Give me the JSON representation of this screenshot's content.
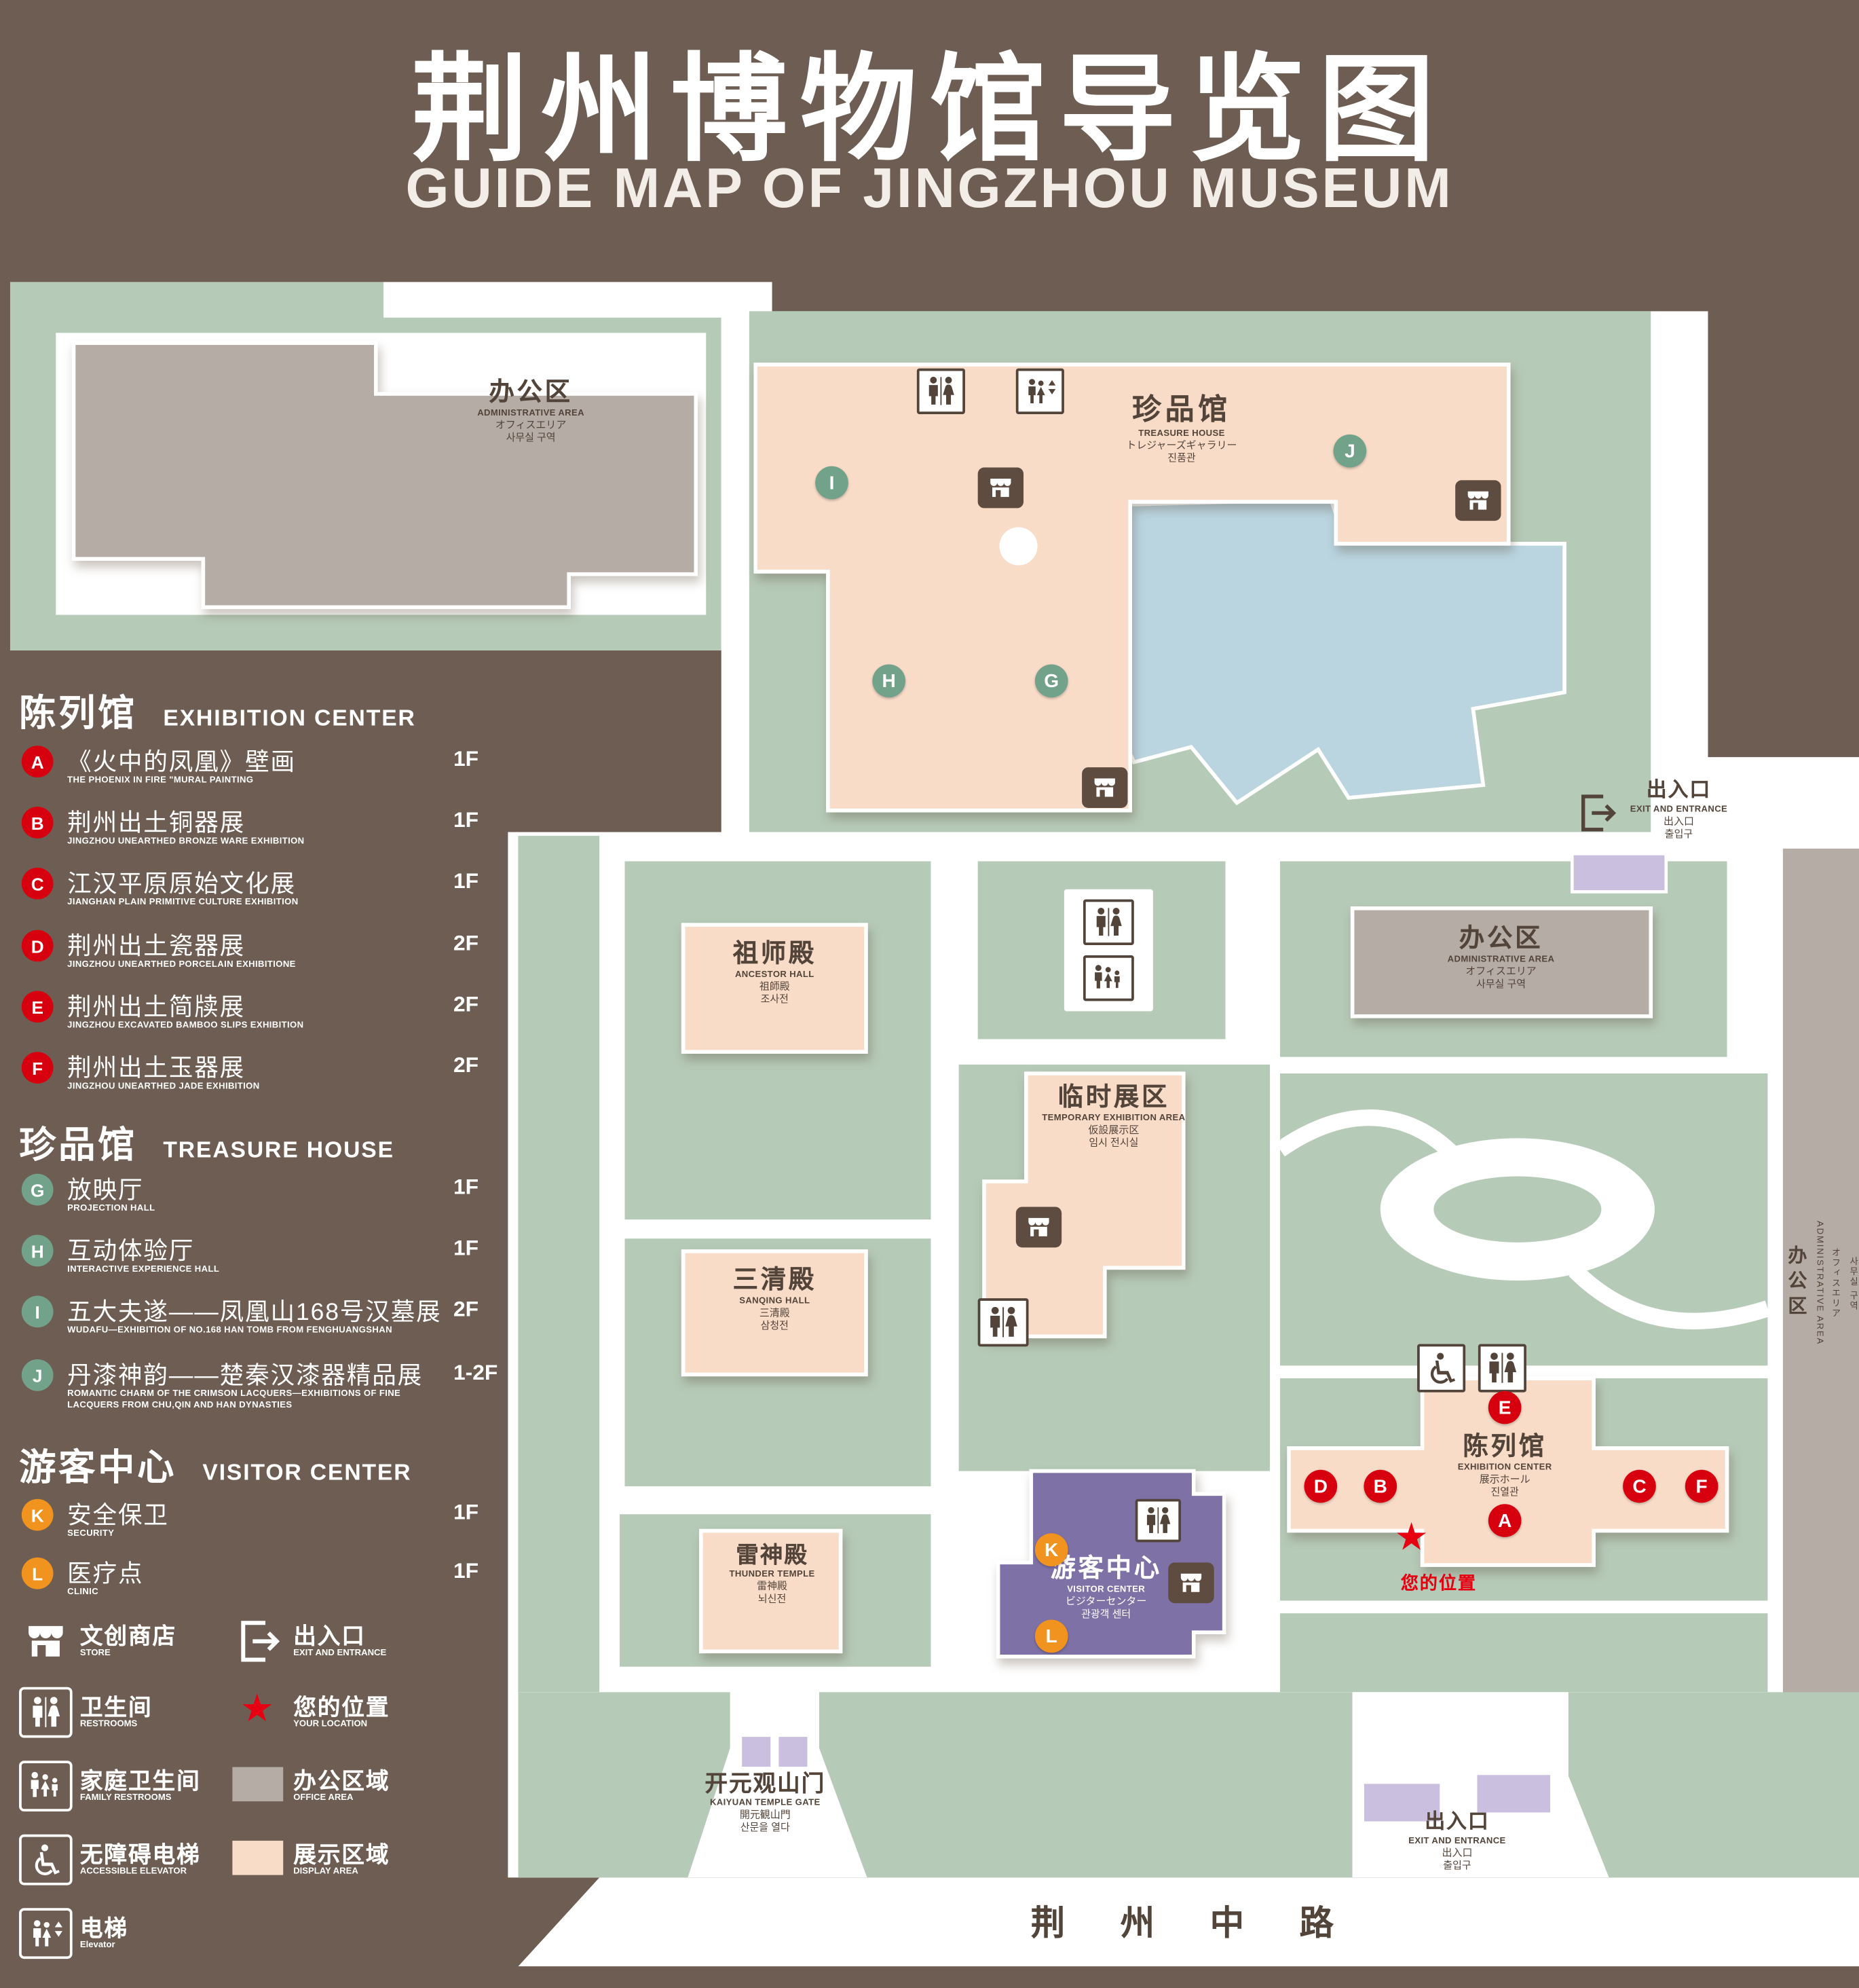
{
  "title": {
    "zh": "荆州博物馆导览图",
    "en": "GUIDE MAP OF JINGZHOU MUSEUM"
  },
  "colors": {
    "background": "#6e5d52",
    "path_white": "#ffffff",
    "green_zone": "#b6cab8",
    "display_area": "#f8dcc8",
    "office_area": "#b5aca6",
    "water": "#bad5e0",
    "visitor_center_purple": "#7e71a6",
    "gate_purple": "#cabfde",
    "marker_red": "#d7000f",
    "marker_green": "#73a28b",
    "marker_orange": "#f0931f",
    "location_red": "#e60012",
    "map_text": "#53443a"
  },
  "icons": {
    "star": "★"
  },
  "sidebar": {
    "sections": [
      {
        "zh": "陈列馆",
        "en": "EXHIBITION CENTER",
        "items": [
          {
            "letter": "A",
            "zh": "《火中的凤凰》壁画",
            "en": "THE PHOENIX IN FIRE \"MURAL PAINTING",
            "floor": "1F"
          },
          {
            "letter": "B",
            "zh": "荆州出土铜器展",
            "en": "JINGZHOU UNEARTHED BRONZE WARE EXHIBITION",
            "floor": "1F"
          },
          {
            "letter": "C",
            "zh": "江汉平原原始文化展",
            "en": "JIANGHAN PLAIN PRIMITIVE CULTURE EXHIBITION",
            "floor": "1F"
          },
          {
            "letter": "D",
            "zh": "荆州出土瓷器展",
            "en": "JINGZHOU UNEARTHED PORCELAIN EXHIBITIONE",
            "floor": "2F"
          },
          {
            "letter": "E",
            "zh": "荆州出土简牍展",
            "en": "JINGZHOU EXCAVATED BAMBOO SLIPS EXHIBITION",
            "floor": "2F"
          },
          {
            "letter": "F",
            "zh": "荆州出土玉器展",
            "en": "JINGZHOU UNEARTHED JADE EXHIBITION",
            "floor": "2F"
          }
        ]
      },
      {
        "zh": "珍品馆",
        "en": "TREASURE HOUSE",
        "items": [
          {
            "letter": "G",
            "zh": "放映厅",
            "en": "PROJECTION HALL",
            "floor": "1F"
          },
          {
            "letter": "H",
            "zh": "互动体验厅",
            "en": "INTERACTIVE EXPERIENCE HALL",
            "floor": "1F"
          },
          {
            "letter": "I",
            "zh": "五大夫遂——凤凰山168号汉墓展",
            "en": "WUDAFU—EXHIBITION OF NO.168 HAN TOMB FROM FENGHUANGSHAN",
            "floor": "2F"
          },
          {
            "letter": "J",
            "zh": "丹漆神韵——楚秦汉漆器精品展",
            "en": "ROMANTIC CHARM OF THE CRIMSON LACQUERS—EXHIBITIONS OF FINE LACQUERS FROM CHU,QIN AND HAN DYNASTIES",
            "floor": "1-2F"
          }
        ]
      },
      {
        "zh": "游客中心",
        "en": "VISITOR CENTER",
        "items": [
          {
            "letter": "K",
            "zh": "安全保卫",
            "en": "SECURITY",
            "floor": "1F"
          },
          {
            "letter": "L",
            "zh": "医疗点",
            "en": "CLINIC",
            "floor": "1F"
          }
        ]
      }
    ],
    "legend": [
      {
        "zh": "文创商店",
        "en": "STORE"
      },
      {
        "zh": "出入口",
        "en": "EXIT AND ENTRANCE"
      },
      {
        "zh": "卫生间",
        "en": "RESTROOMS"
      },
      {
        "zh": "您的位置",
        "en": "YOUR LOCATION"
      },
      {
        "zh": "家庭卫生间",
        "en": "FAMILY RESTROOMS"
      },
      {
        "zh": "办公区域",
        "en": "OFFICE AREA"
      },
      {
        "zh": "无障碍电梯",
        "en": "ACCESSIBLE ELEVATOR"
      },
      {
        "zh": "展示区域",
        "en": "DISPLAY AREA"
      },
      {
        "zh": "电梯",
        "en": "Elevator"
      }
    ]
  },
  "map": {
    "admin_area": {
      "zh": "办公区",
      "en": "ADMINISTRATIVE AREA",
      "ja": "オフィスエリア",
      "ko": "사무실 구역"
    },
    "treasure_house": {
      "zh": "珍品馆",
      "en": "TREASURE HOUSE",
      "ja": "トレジャーズギャラリー",
      "ko": "진품관"
    },
    "ancestor_hall": {
      "zh": "祖师殿",
      "en": "ANCESTOR HALL",
      "ja": "祖師殿",
      "ko": "조사전"
    },
    "temporary_exhibition_area": {
      "zh": "临时展区",
      "en": "TEMPORARY EXHIBITION AREA",
      "ja": "仮設展示区",
      "ko": "임시 전시실"
    },
    "sanqing_hall": {
      "zh": "三清殿",
      "en": "SANQING HALL",
      "ja": "三清殿",
      "ko": "삼청전"
    },
    "thunder_temple": {
      "zh": "雷神殿",
      "en": "THUNDER TEMPLE",
      "ja": "雷神殿",
      "ko": "뇌신전"
    },
    "visitor_center": {
      "zh": "游客中心",
      "en": "VISITOR CENTER",
      "ja": "ビジターセンター",
      "ko": "관광객 센터"
    },
    "exhibition_center": {
      "zh": "陈列馆",
      "en": "EXHIBITION CENTER",
      "ja": "展示ホール",
      "ko": "진열관"
    },
    "exit": {
      "zh": "出入口",
      "en": "EXIT AND ENTRANCE",
      "ja": "出入口",
      "ko": "출입구"
    },
    "gate": {
      "zh": "开元观山门",
      "en": "KAIYUAN TEMPLE GATE",
      "ja": "開元観山門",
      "ko": "산문을 열다"
    },
    "your_location": "您的位置",
    "road": "荆 州 中 路",
    "markers": {
      "A": "A",
      "B": "B",
      "C": "C",
      "D": "D",
      "E": "E",
      "F": "F",
      "G": "G",
      "H": "H",
      "I": "I",
      "J": "J",
      "K": "K",
      "L": "L"
    }
  }
}
